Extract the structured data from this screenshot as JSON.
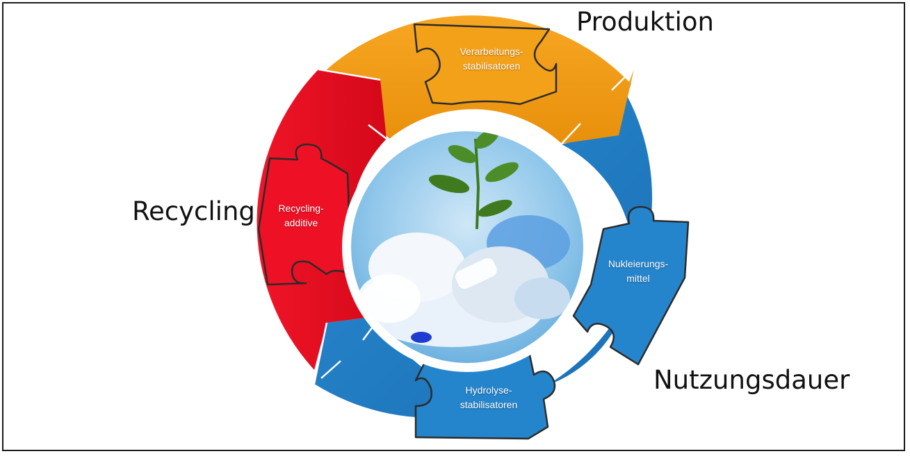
{
  "phases": {
    "production": "Produktion",
    "usage": "Nutzungsdauer",
    "recycling": "Recycling"
  },
  "pieces": {
    "production": {
      "line1": "Verarbeitungs-",
      "line2": "stabilisatoren"
    },
    "usage_top": {
      "line1": "Nukleierungs-",
      "line2": "mittel"
    },
    "usage_bottom": {
      "line1": "Hydrolyse-",
      "line2": "stabilisatoren"
    },
    "recycling": {
      "line1": "Recycling-",
      "line2": "additive"
    }
  },
  "colors": {
    "production": "#f39c12",
    "usage": "#1f7cc4",
    "recycling": "#e00a1c",
    "center_background": "#8fc6ea"
  },
  "icons": {
    "center_image": "plant-growing-from-plastic-waste-photo"
  }
}
